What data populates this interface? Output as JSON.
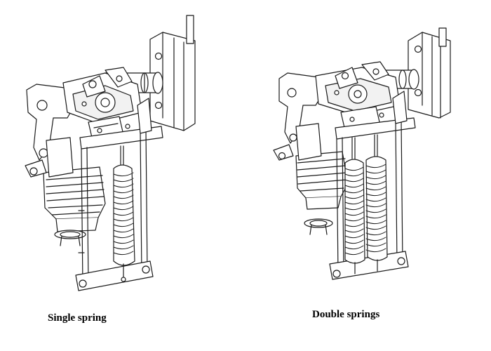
{
  "figure": {
    "panels": [
      {
        "caption": "Single spring",
        "spring_count": 1
      },
      {
        "caption": "Double springs",
        "spring_count": 2
      }
    ],
    "colors": {
      "line": "#1a1a1a",
      "fill": "#ffffff",
      "shade": "#d8d8d8",
      "dark": "#3a3a3a"
    }
  }
}
